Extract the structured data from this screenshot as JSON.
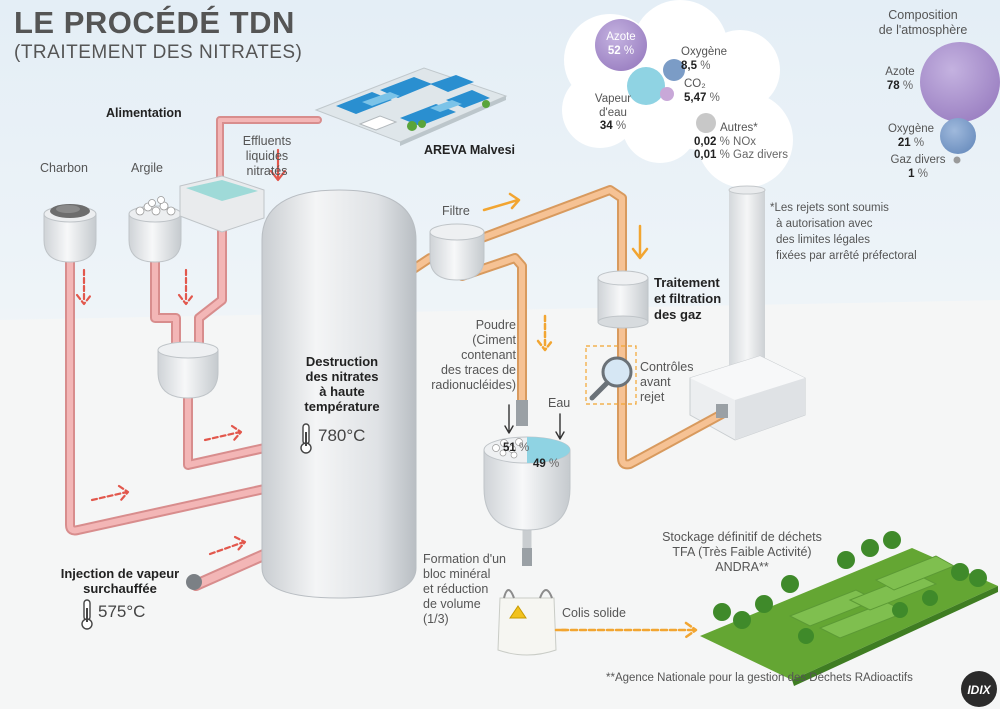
{
  "header": {
    "title": "LE PROCÉDÉ TDN",
    "subtitle": "(TRAITEMENT DES NITRATES)"
  },
  "inputs": {
    "feed_label": "Alimentation",
    "coal_label": "Charbon",
    "clay_label": "Argile",
    "effluents_label_lines": [
      "Effluents",
      "liquides",
      "nitratés"
    ],
    "site_label": "AREVA Malvesi"
  },
  "reactor": {
    "label_lines": [
      "Destruction",
      "des nitrates",
      "à haute",
      "température"
    ],
    "temperature": "780°C",
    "steam_label_lines": [
      "Injection de vapeur",
      "surchauffée"
    ],
    "steam_temperature": "575°C"
  },
  "gas_line": {
    "filter_label": "Filtre",
    "treatment_label_lines": [
      "Traitement",
      "et filtration",
      "des gaz"
    ],
    "controls_label_lines": [
      "Contrôles",
      "avant",
      "rejet"
    ],
    "note_lines": [
      "*Les rejets sont soumis",
      "à autorisation avec",
      "des limites légales",
      "fixées par arrêté préfectoral"
    ]
  },
  "mixer": {
    "powder_label_lines": [
      "Poudre",
      "(Ciment",
      "contenant",
      "des traces de",
      "radionucléides)"
    ],
    "water_label": "Eau",
    "powder_pct": "51",
    "water_pct": "49",
    "pct_unit": "%"
  },
  "output": {
    "formation_label_lines": [
      "Formation d'un",
      "bloc minéral",
      "et réduction",
      "de volume",
      "(1/3)"
    ],
    "package_label": "Colis solide",
    "storage_label_lines": [
      "Stockage définitif de déchets",
      "TFA (Très Faible Activité)",
      "ANDRA**"
    ],
    "footnote": "**Agence Nationale pour la gestion des Déchets RAdioactifs"
  },
  "emissions": {
    "items": [
      {
        "name": "Azote",
        "value": "52",
        "unit": "%"
      },
      {
        "name": "Oxygène",
        "value": "8,5",
        "unit": "%"
      },
      {
        "name": "CO₂",
        "value": "5,47",
        "unit": "%"
      },
      {
        "name_lines": [
          "Vapeur",
          "d'eau"
        ],
        "value": "34",
        "unit": "%"
      },
      {
        "name": "Autres*",
        "rows": [
          {
            "value": "0,02",
            "unit": "% NOx"
          },
          {
            "value": "0,01",
            "unit": "% Gaz divers"
          }
        ]
      }
    ]
  },
  "atmosphere": {
    "title_lines": [
      "Composition",
      "de l'atmosphère"
    ],
    "items": [
      {
        "name": "Azote",
        "value": "78",
        "unit": "%"
      },
      {
        "name": "Oxygène",
        "value": "21",
        "unit": "%"
      },
      {
        "name": "Gaz divers",
        "value": "1",
        "unit": "%"
      }
    ]
  },
  "logo": "IDIX",
  "colors": {
    "pipe_hot": "#f0a7a7",
    "pipe_gas": "#f2b27a",
    "arrow": "#e2574c",
    "arrow_orange": "#f2a531",
    "nitrogen": "#a990cc",
    "oxygen": "#7b9cc6",
    "co2": "#86c8e2",
    "vapor": "#8fd3e3",
    "other_gas": "#c8c8c8",
    "vessel": "#e6e8ea",
    "landfill_green": "#5fa032"
  }
}
